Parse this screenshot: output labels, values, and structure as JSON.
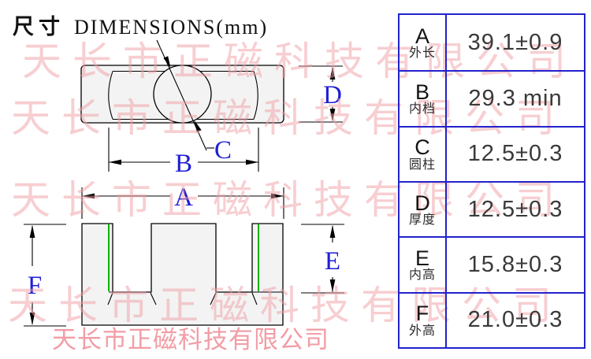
{
  "title": {
    "cn": "尺寸",
    "en": "DIMENSIONS(mm)"
  },
  "watermark": {
    "line": "天长市正磁科技有限公司",
    "footer": "天长市正磁科技有限公司"
  },
  "drawing": {
    "label_a": "A",
    "label_b": "B",
    "label_c": "C",
    "label_d": "D",
    "label_e": "E",
    "label_f": "F"
  },
  "table": {
    "rows": [
      {
        "letter": "A",
        "name_cn": "外长",
        "value": "39.1±0.9"
      },
      {
        "letter": "B",
        "name_cn": "内档",
        "value": "29.3 min"
      },
      {
        "letter": "C",
        "name_cn": "圆柱",
        "value": "12.5±0.3"
      },
      {
        "letter": "D",
        "name_cn": "厚度",
        "value": "12.5±0.3"
      },
      {
        "letter": "E",
        "name_cn": "内高",
        "value": "15.8±0.3"
      },
      {
        "letter": "F",
        "name_cn": "外高",
        "value": "21.0±0.3"
      }
    ]
  },
  "colors": {
    "accent_blue": "#1f1fd4",
    "table_border": "#2222cc",
    "green_line": "#00b400",
    "watermark_pink": "#f3a6aa",
    "core_fill": "#f3f3f3"
  }
}
